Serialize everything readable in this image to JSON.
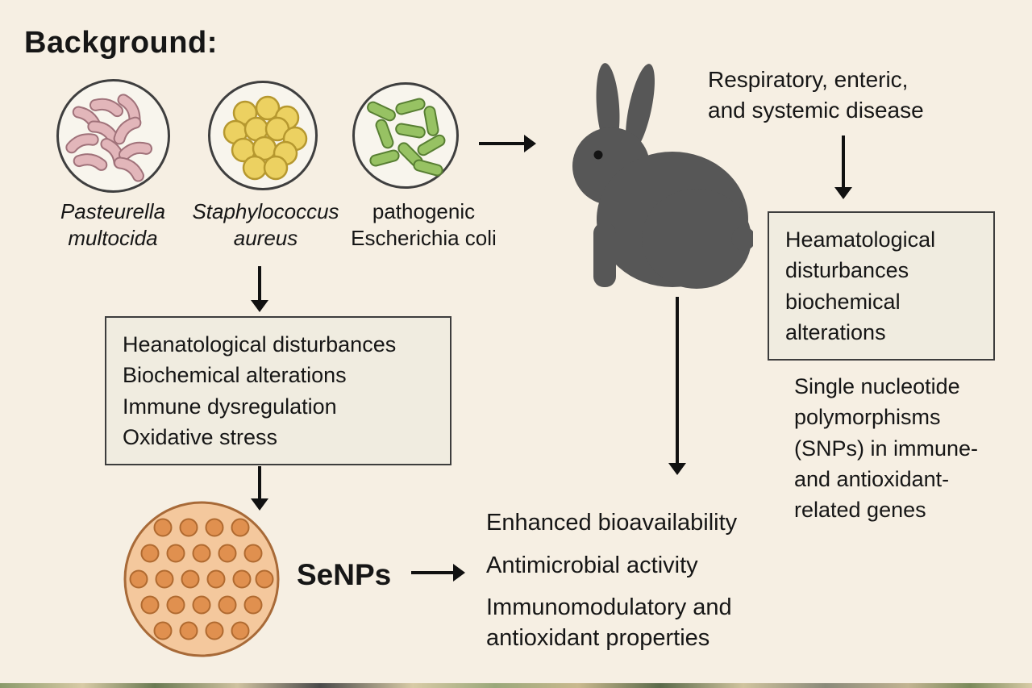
{
  "title": "Background:",
  "dishes": [
    {
      "line1": "Pasteurella",
      "line2": "multocida"
    },
    {
      "line1": "Staphylococcus",
      "line2": "aureus"
    },
    {
      "line1": "pathogenic",
      "line2": "Escherichia coli"
    }
  ],
  "disease": {
    "line1": "Respiratory, enteric,",
    "line2": "and systemic disease"
  },
  "right_box": {
    "line1": "Heamatological",
    "line2": "disturbances",
    "line3": "biochemical",
    "line4": "alterations"
  },
  "snp": {
    "line1": "Single nucleotide",
    "line2": "polymorphisms",
    "line3": "(SNPs) in immune-",
    "line4": "and antioxidant-",
    "line5": "related genes"
  },
  "left_box": {
    "line1": "Heanatological disturbances",
    "line2": "Biochemical alterations",
    "line3": "Immune dysregulation",
    "line4": "Oxidative stress"
  },
  "senps_label": "SeNPs",
  "benefits": {
    "line1": "Enhanced bioavailability",
    "line2": "Antimicrobial activity",
    "line3": "Immunomodulatory and",
    "line4": "antioxidant properties"
  },
  "colors": {
    "background": "#f6efe3",
    "pasteurella_pink": "#e2b6ba",
    "staphylococcus_yellow": "#ecd161",
    "ecoli_green": "#97c263",
    "rabbit_gray": "#575757",
    "senps_fill": "#f4c89d",
    "senps_dot": "#e0904f"
  }
}
